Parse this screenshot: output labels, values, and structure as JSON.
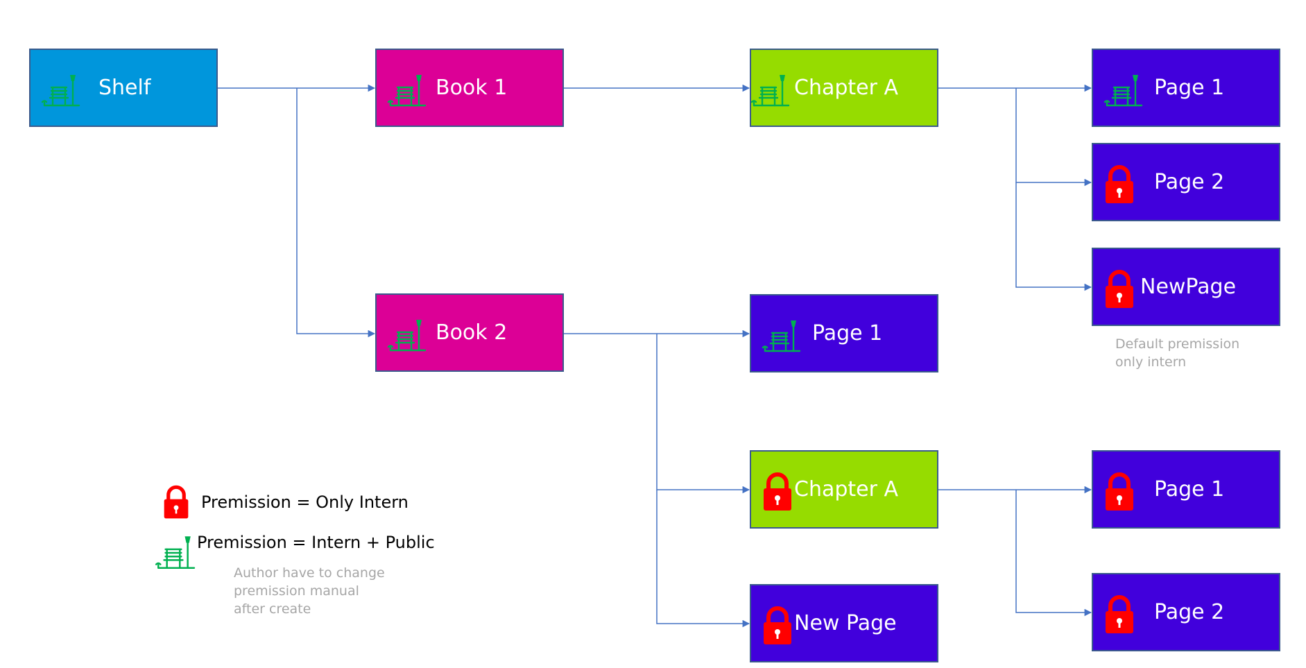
{
  "nodes": {
    "shelf": {
      "label": "Shelf",
      "color": "#0096dc",
      "icon": "bench-icon"
    },
    "book1": {
      "label": "Book 1",
      "color": "#dc0096",
      "icon": "bench-icon"
    },
    "book2": {
      "label": "Book 2",
      "color": "#dc0096",
      "icon": "bench-icon"
    },
    "book1_chapter_a": {
      "label": "Chapter A",
      "color": "#96dc00",
      "icon": "bench-icon"
    },
    "book1_page1": {
      "label": "Page 1",
      "color": "#4100dc",
      "icon": "bench-icon"
    },
    "book1_page2": {
      "label": "Page 2",
      "color": "#4100dc",
      "icon": "lock-icon"
    },
    "book1_newpage": {
      "label": "NewPage",
      "color": "#4100dc",
      "icon": "lock-icon"
    },
    "book2_page1": {
      "label": "Page 1",
      "color": "#4100dc",
      "icon": "bench-icon"
    },
    "book2_chapter_a": {
      "label": "Chapter A",
      "color": "#96dc00",
      "icon": "lock-icon"
    },
    "book2_new_page": {
      "label": "New Page",
      "color": "#4100dc",
      "icon": "lock-icon"
    },
    "book2_ch_page1": {
      "label": "Page 1",
      "color": "#4100dc",
      "icon": "lock-icon"
    },
    "book2_ch_page2": {
      "label": "Page 2",
      "color": "#4100dc",
      "icon": "lock-icon"
    }
  },
  "notes": {
    "default_permission": [
      "Default premission",
      "only intern"
    ]
  },
  "legend": {
    "lock": {
      "text": "Premission = Only Intern",
      "icon": "lock-icon"
    },
    "bench": {
      "text": "Premission = Intern + Public",
      "icon": "bench-icon",
      "note": [
        "Author have to change",
        "premission manual",
        "after create"
      ]
    }
  },
  "colors": {
    "connector": "#4472c4",
    "lock": "#ff0000",
    "bench": "#00b050",
    "note_text": "#a6a6a6"
  }
}
